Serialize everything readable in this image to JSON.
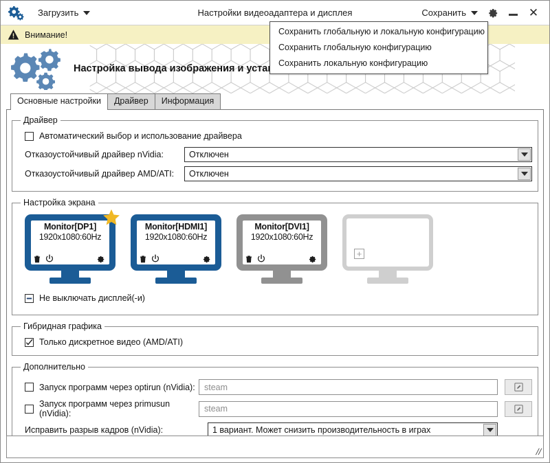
{
  "window": {
    "title": "Настройки видеоадаптера и дисплея",
    "logo_icon": "gears-icon",
    "load_menu_label": "Загрузить",
    "save_menu_label": "Сохранить",
    "settings_icon": "gear-icon",
    "minimize_icon": "minimize-icon",
    "close_icon": "close-icon",
    "close_glyph": "✕"
  },
  "save_dropdown": {
    "items": [
      "Сохранить глобальную и локальную конфигурацию",
      "Сохранить глобальную конфигурацию",
      "Сохранить локальную конфигурацию"
    ]
  },
  "warning": {
    "icon": "warning-triangle-icon",
    "text": "Внимание!",
    "bg_color": "#f6f1c3"
  },
  "banner": {
    "logo_icon": "gears-logo-icon",
    "title": "Настройка вывода изображения и установка драйвера видеокарты"
  },
  "tabs": [
    {
      "label": "Основные настройки",
      "active": true
    },
    {
      "label": "Драйвер",
      "active": false
    },
    {
      "label": "Информация",
      "active": false
    }
  ],
  "driver_group": {
    "legend": "Драйвер",
    "auto_checkbox": {
      "label": "Автоматический выбор и использование драйвера",
      "state": "unchecked"
    },
    "nvidia": {
      "label": "Отказоустойчивый драйвер nVidia:",
      "value": "Отключен"
    },
    "amd": {
      "label": "Отказоустойчивый драйвер AMD/ATI:",
      "value": "Отключен"
    }
  },
  "screen_group": {
    "legend": "Настройка экрана",
    "monitors": [
      {
        "name": "Monitor[DP1]",
        "resolution": "1920x1080:60Hz",
        "color": "#1b5c96",
        "primary": true,
        "icons": [
          "trash-icon",
          "power-icon",
          "gear-icon"
        ]
      },
      {
        "name": "Monitor[HDMI1]",
        "resolution": "1920x1080:60Hz",
        "color": "#1b5c96",
        "primary": false,
        "icons": [
          "trash-icon",
          "power-icon",
          "gear-icon"
        ]
      },
      {
        "name": "Monitor[DVI1]",
        "resolution": "1920x1080:60Hz",
        "color": "#919191",
        "primary": false,
        "icons": [
          "trash-icon",
          "power-icon",
          "gear-icon"
        ]
      }
    ],
    "add_monitor": {
      "icon": "plus-in-box-icon",
      "color": "#cfcfcf"
    },
    "keep_on_checkbox": {
      "label": "Не выключать дисплей(-и)",
      "state": "indeterminate"
    }
  },
  "hybrid_group": {
    "legend": "Гибридная графика",
    "discrete_checkbox": {
      "label": "Только дискретное видео (AMD/ATI)",
      "state": "checked"
    }
  },
  "extra_group": {
    "legend": "Дополнительно",
    "optirun": {
      "label": "Запуск программ через optirun (nVidia):",
      "state": "unchecked",
      "placeholder": "steam",
      "value": "",
      "edit_icon": "pencil-edit-icon"
    },
    "primusun": {
      "label": "Запуск программ через primusun (nVidia):",
      "state": "unchecked",
      "placeholder": "steam",
      "value": "",
      "edit_icon": "pencil-edit-icon"
    },
    "tearfix": {
      "label": "Исправить разрыв кадров (nVidia):",
      "value": "1 вариант. Может снизить производительность в играх"
    }
  },
  "statusbar": {
    "text": "",
    "grip_icon": "resize-grip-icon",
    "grip_glyph": "//"
  },
  "colors": {
    "accent_blue": "#1b5c96",
    "logo_blue": "#5b87b5",
    "gray_monitor": "#919191",
    "empty_monitor": "#cfcfcf",
    "star_yellow": "#f0b824",
    "warning_bg": "#f6f1c3"
  }
}
